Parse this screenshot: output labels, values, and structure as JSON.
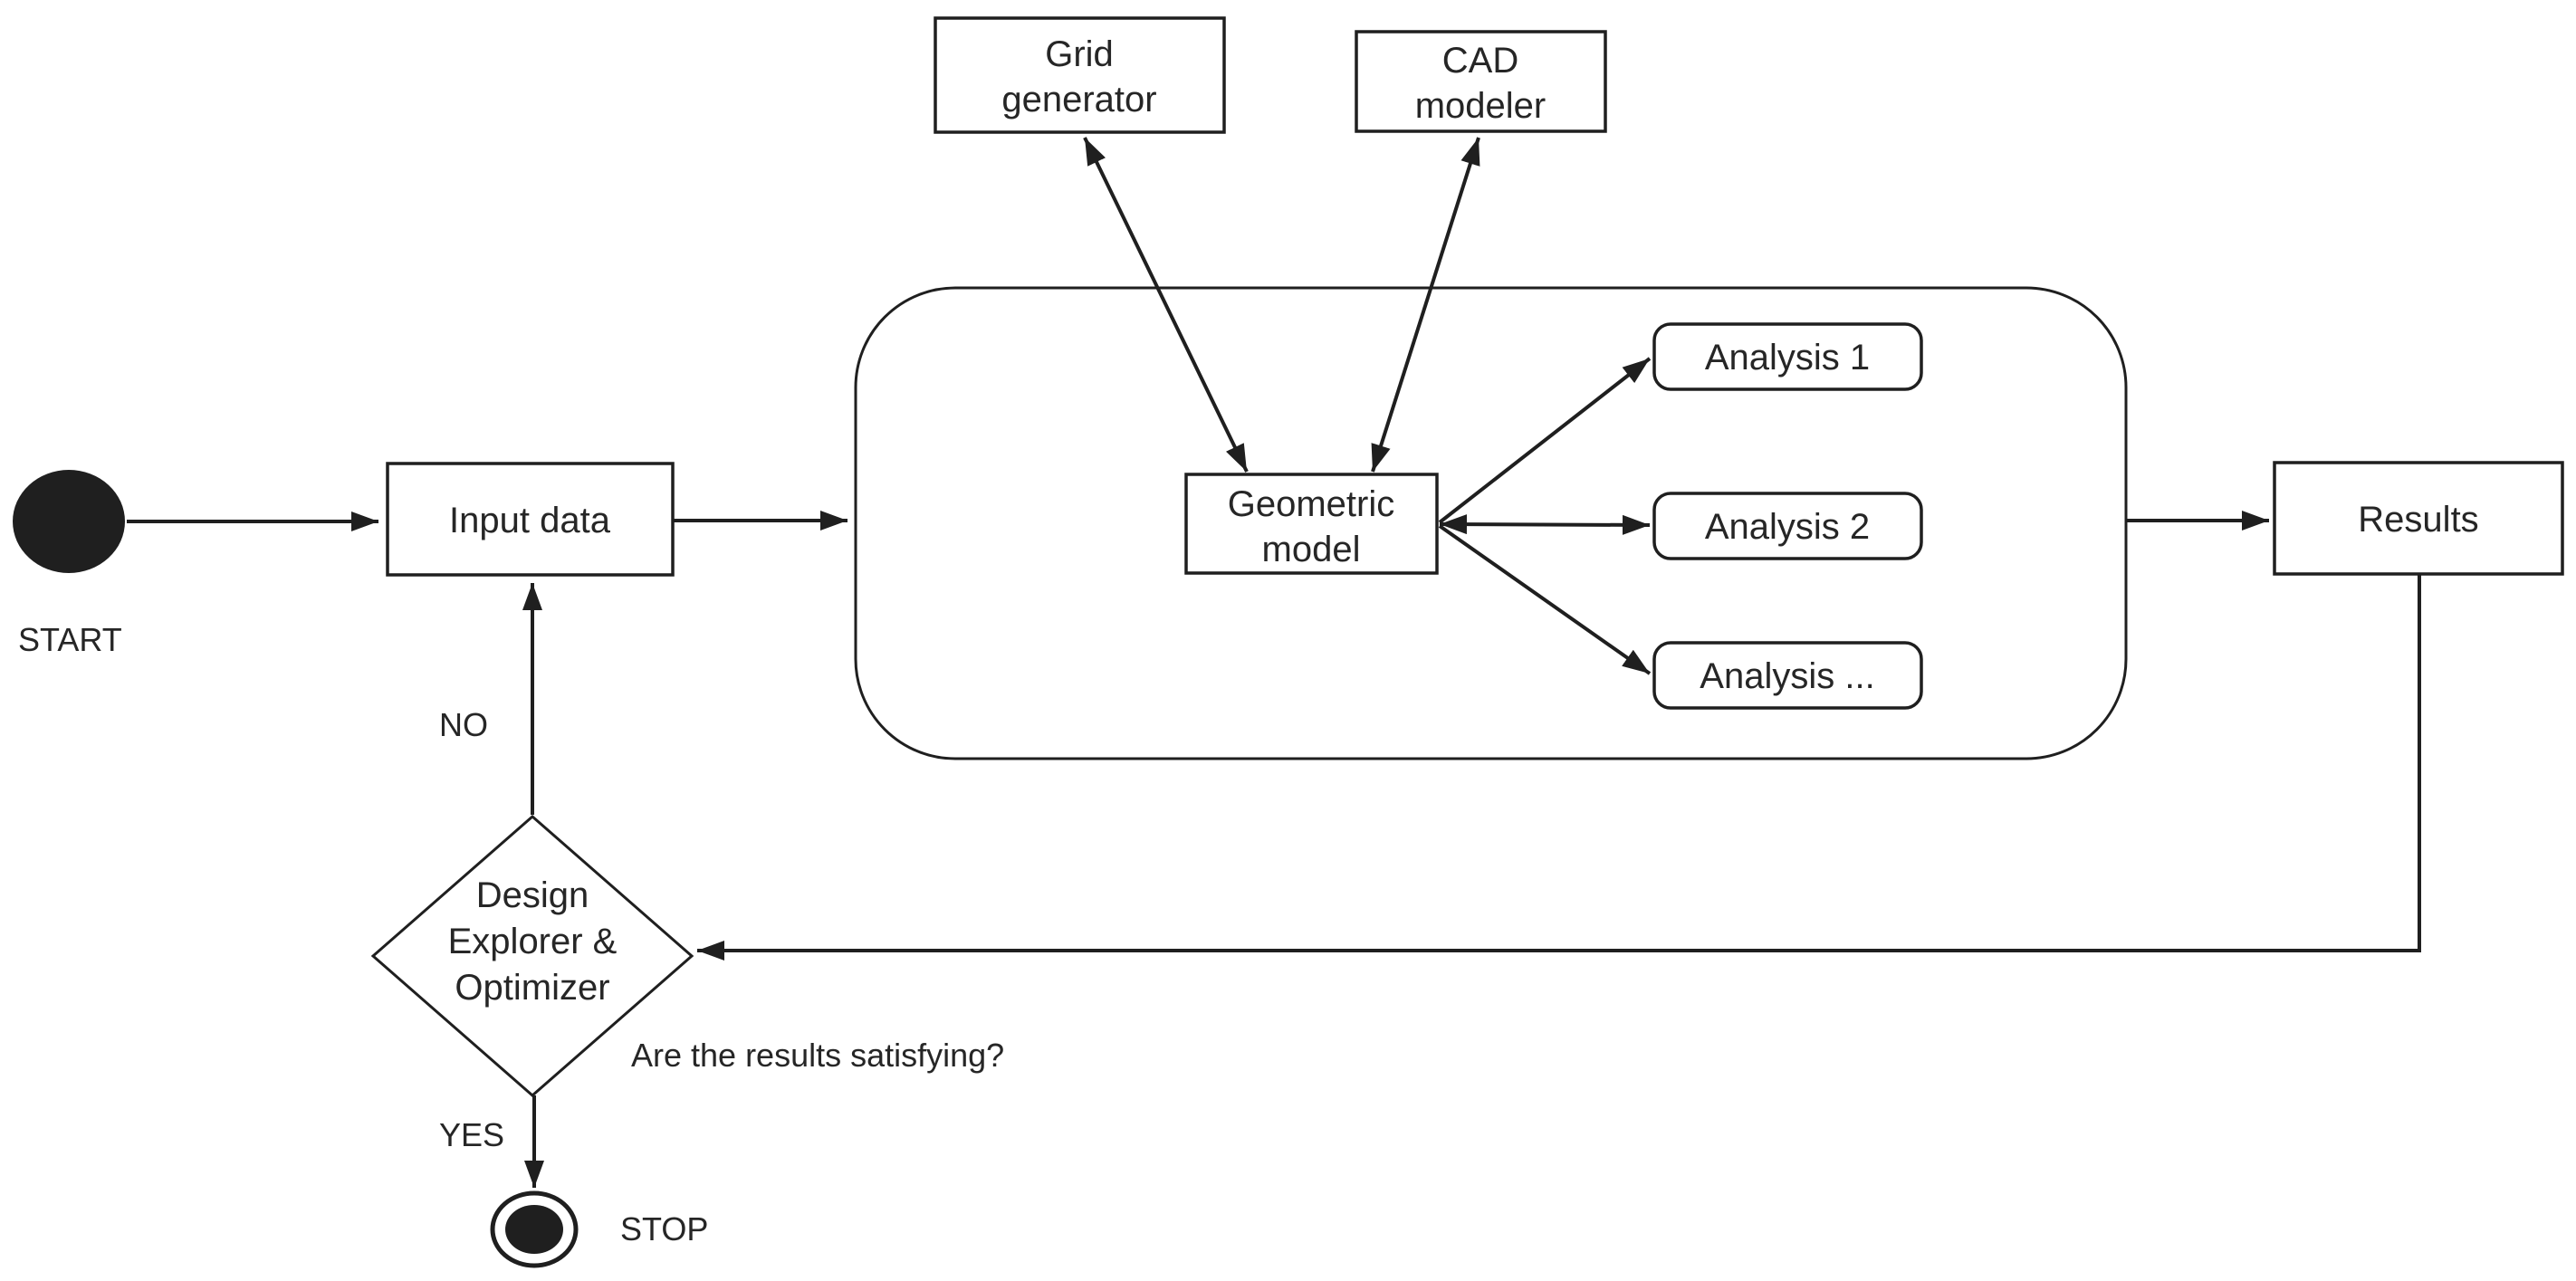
{
  "diagram": {
    "colors": {
      "background": "#ffffff",
      "stroke": "#1f1f1f",
      "text": "#262626"
    },
    "nodes": {
      "start": {
        "label": "START"
      },
      "input_data": {
        "label": "Input data"
      },
      "grid_generator": {
        "lines": [
          "Grid",
          "generator"
        ]
      },
      "cad_modeler": {
        "lines": [
          "CAD",
          "modeler"
        ]
      },
      "geometric_model": {
        "lines": [
          "Geometric",
          "model"
        ]
      },
      "analysis_1": {
        "label": "Analysis 1"
      },
      "analysis_2": {
        "label": "Analysis 2"
      },
      "analysis_more": {
        "label": "Analysis ..."
      },
      "results": {
        "label": "Results"
      },
      "design_optimizer": {
        "lines": [
          "Design",
          "Explorer &",
          "Optimizer"
        ]
      },
      "stop": {
        "label": "STOP"
      }
    },
    "edge_labels": {
      "no": "NO",
      "yes": "YES",
      "question": "Are the results satisfying?"
    },
    "edges": [
      {
        "from": "start",
        "to": "input_data",
        "arrows": "end"
      },
      {
        "from": "input_data",
        "to": "analysis_container",
        "arrows": "end"
      },
      {
        "from": "geometric_model",
        "to": "grid_generator",
        "arrows": "both"
      },
      {
        "from": "geometric_model",
        "to": "cad_modeler",
        "arrows": "both"
      },
      {
        "from": "geometric_model",
        "to": "analysis_1",
        "arrows": "end"
      },
      {
        "from": "geometric_model",
        "to": "analysis_2",
        "arrows": "both"
      },
      {
        "from": "geometric_model",
        "to": "analysis_more",
        "arrows": "end"
      },
      {
        "from": "analysis_container",
        "to": "results",
        "arrows": "end"
      },
      {
        "from": "results",
        "to": "design_optimizer",
        "arrows": "end"
      },
      {
        "from": "design_optimizer",
        "to": "input_data",
        "arrows": "end",
        "label": "NO"
      },
      {
        "from": "design_optimizer",
        "to": "stop",
        "arrows": "end",
        "label": "YES"
      }
    ]
  }
}
